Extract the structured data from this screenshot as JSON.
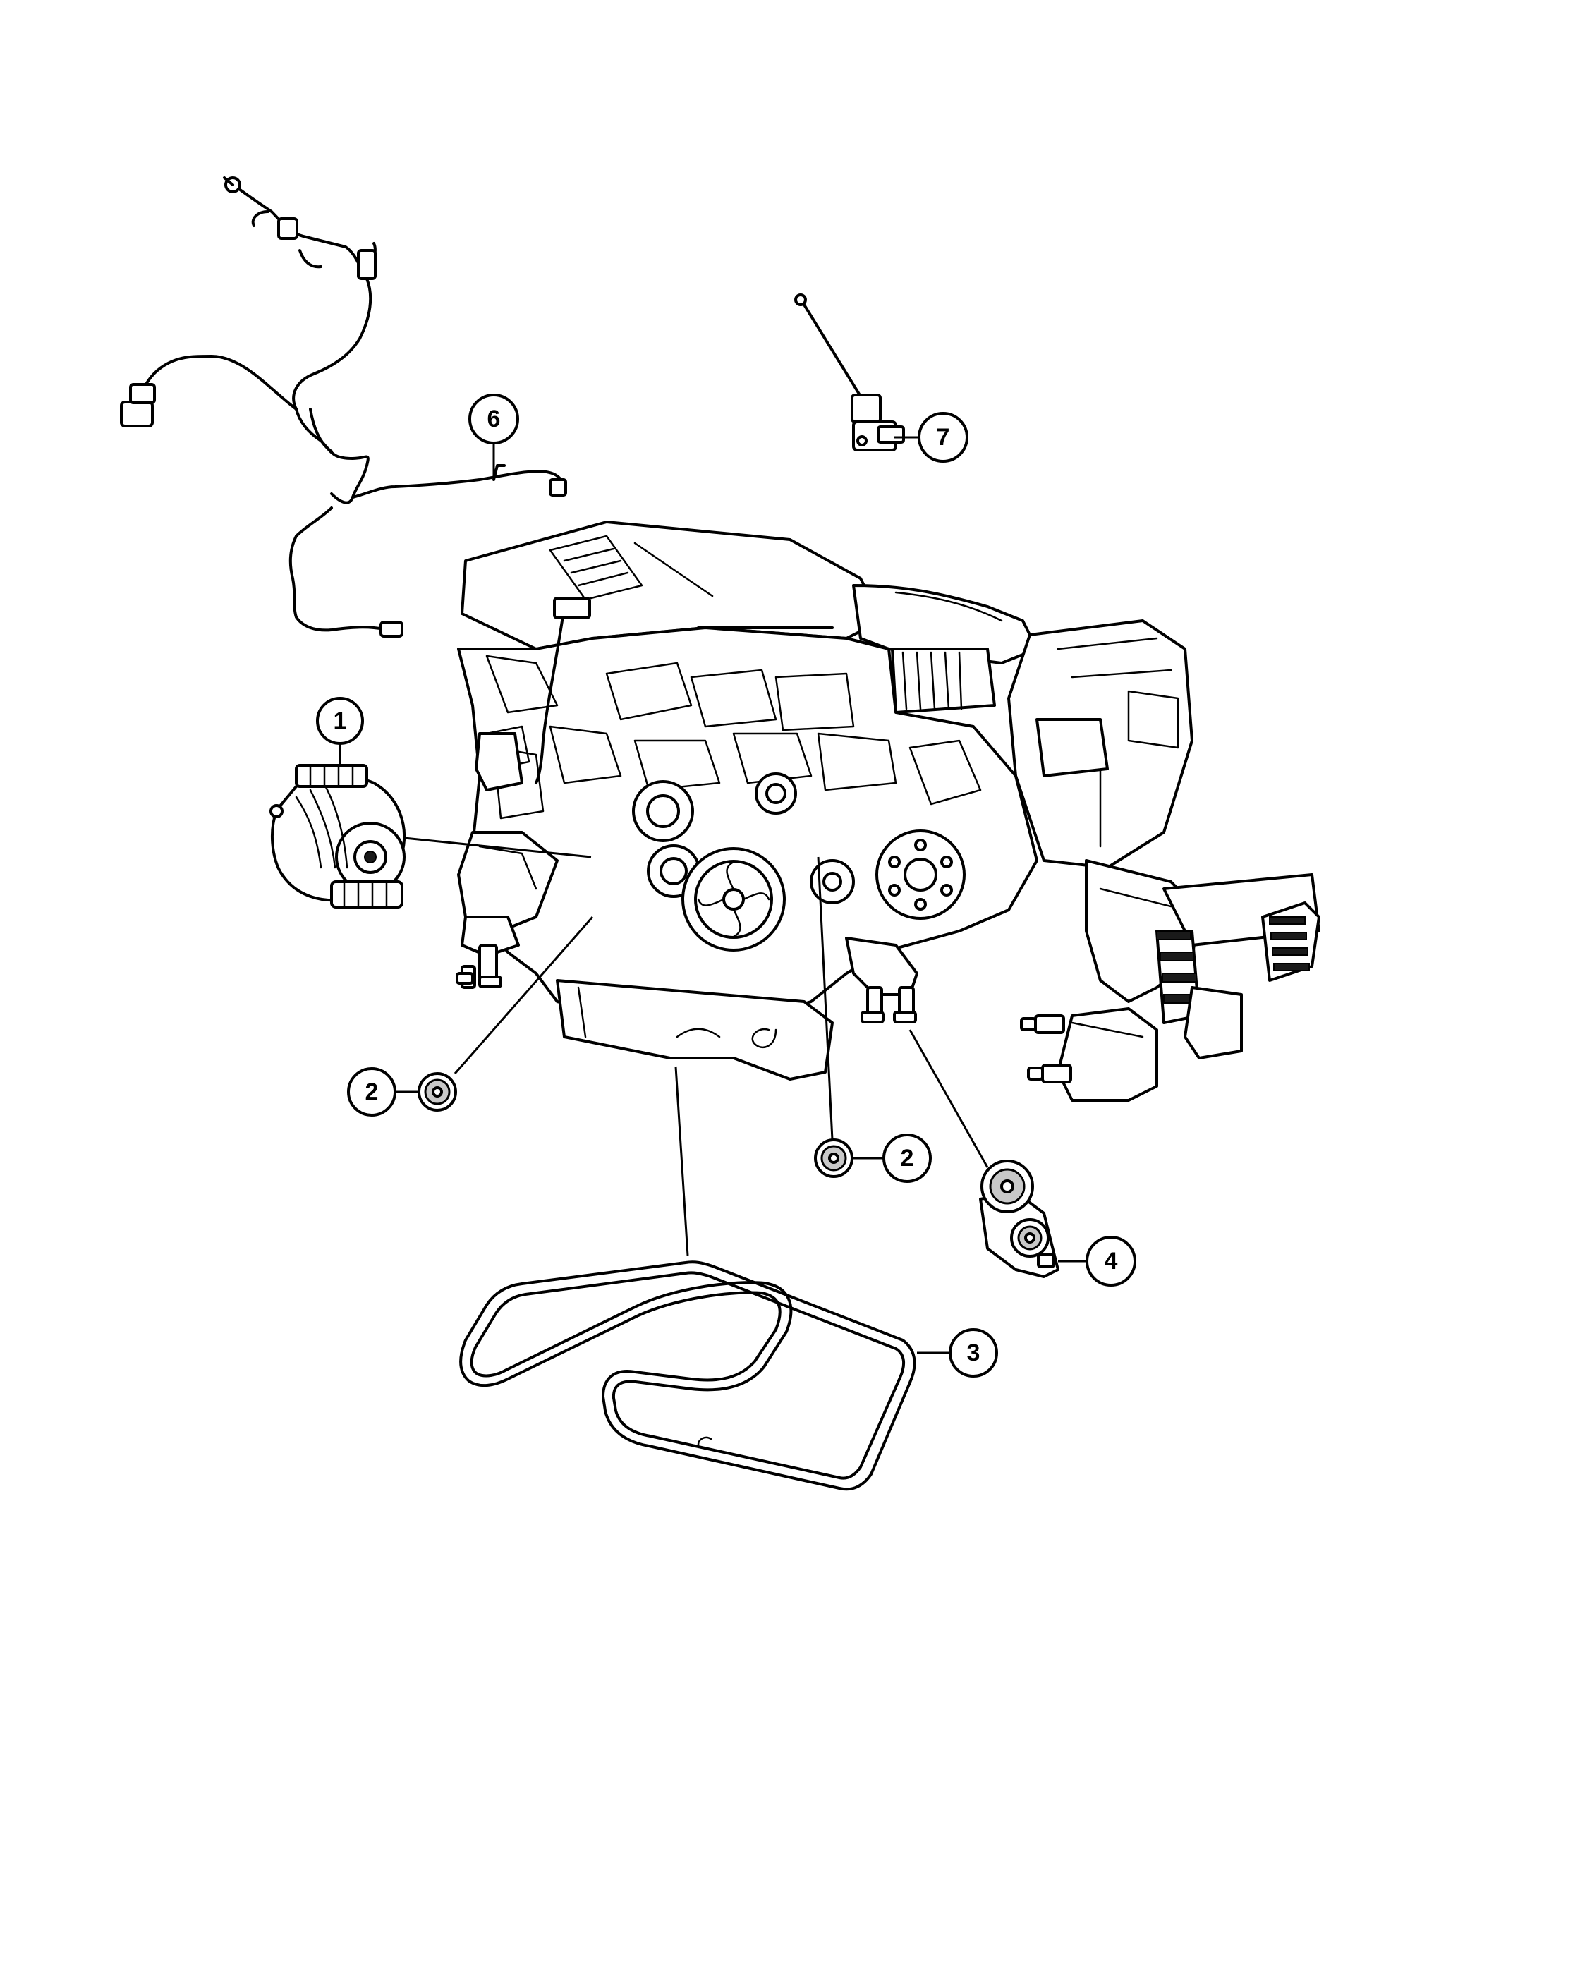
{
  "callouts": [
    {
      "label": "1"
    },
    {
      "label": "2"
    },
    {
      "label": "2"
    },
    {
      "label": "3"
    },
    {
      "label": "4"
    },
    {
      "label": "6"
    },
    {
      "label": "7"
    }
  ]
}
